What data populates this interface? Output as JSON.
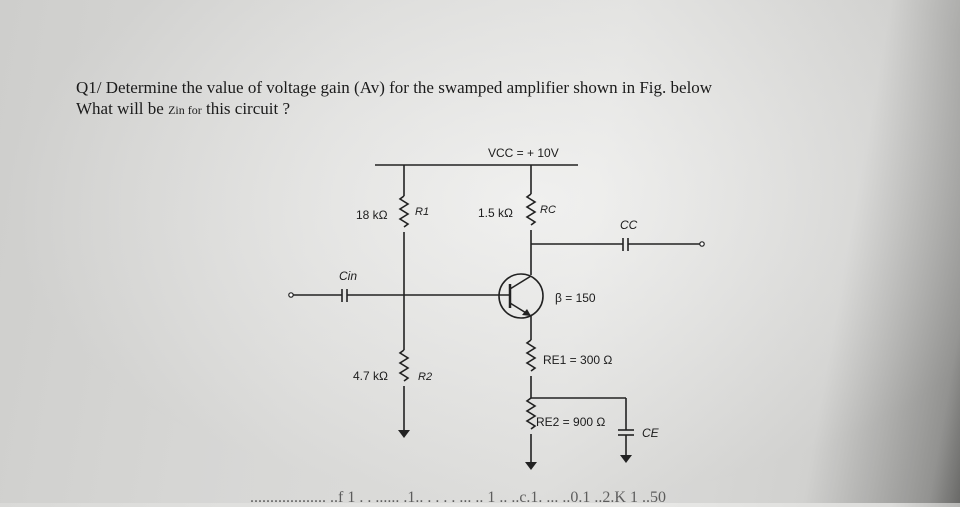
{
  "question": {
    "line1": "Q1/ Determine the value of voltage gain (Av) for the swamped amplifier shown in Fig. below",
    "line2_pre": "What will be ",
    "line2_zin": "Zin for",
    "line2_post": " this circuit ?"
  },
  "circuit": {
    "vcc": "VCC = + 10V",
    "r1_value": "18 kΩ",
    "r1_name": "R1",
    "rc_value": "1.5 kΩ",
    "rc_name": "RC",
    "cc_name": "CC",
    "cin_name": "Cin",
    "beta": "β = 150",
    "re1": "RE1 = 300 Ω",
    "r2_value": "4.7 kΩ",
    "r2_name": "R2",
    "re2": "RE2 = 900 Ω",
    "ce_name": "CE"
  },
  "footer": {
    "partial": "...................  ..f  1  .  .  ......  .1..  .  . .  .  ...  ..  1  ..  ..c.1.  ...  ..0.1  ..2.K  1  ..50"
  }
}
